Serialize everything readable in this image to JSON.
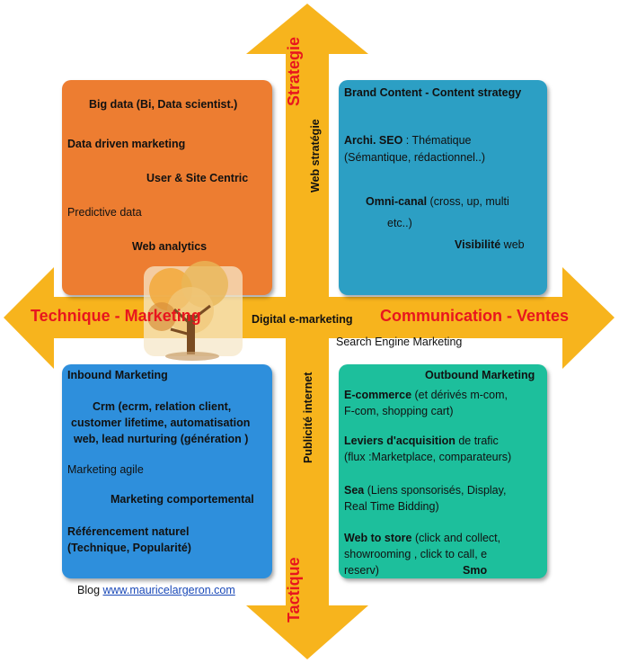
{
  "colors": {
    "arrow": "#f7b41d",
    "orange_box": "#ed7d31",
    "teal_box": "#2c9fc4",
    "blue_box": "#2e8fdc",
    "green_box": "#1dbf9c",
    "accent_red": "#e8161e"
  },
  "axes": {
    "top": "Strategie",
    "bottom": "Tactique",
    "left": "Technique - Marketing",
    "right": "Communication - Ventes",
    "top_inner": "Web stratégie",
    "bottom_inner": "Publicité internet",
    "center": "Digital e-marketing",
    "center_right": "Search Engine Marketing"
  },
  "q1": {
    "line1": "Big data (Bi, Data scientist.)",
    "line2": "Data driven marketing",
    "line3": "User & Site Centric",
    "line4": "Predictive data",
    "line5": "Web analytics"
  },
  "q2": {
    "title": "Brand Content - Content strategy",
    "seo_bold": "Archi. SEO",
    "seo_rest": "  : Thématique",
    "seo_line2": "(Sémantique, rédactionnel..)",
    "omni_bold": "Omni-canal",
    "omni_rest": " (cross, up, multi",
    "omni_line2": "etc..)",
    "vis_bold": "Visibilité",
    "vis_rest": " web"
  },
  "q3": {
    "title": "Inbound Marketing",
    "crm1": "Crm (ecrm, relation client,",
    "crm2": "customer lifetime, automatisation",
    "crm3": "web, lead nurturing (génération )",
    "agile": "Marketing agile",
    "comport": "Marketing comportemental",
    "ref1": "Référencement naturel",
    "ref2": "(Technique, Popularité)"
  },
  "q4": {
    "title": "Outbound Marketing",
    "ecom_bold": "E-commerce",
    "ecom_rest": " (et dérivés m-com,",
    "ecom_line2": "F-com, shopping cart)",
    "lev_bold": "Leviers d'acquisition",
    "lev_rest": " de trafic",
    "lev_line2": "(flux :Marketplace, comparateurs)",
    "sea_bold": "Sea",
    "sea_rest": " (Liens sponsorisés, Display,",
    "sea_line2": "Real Time Bidding)",
    "wts_bold": "Web to store",
    "wts_rest": " (click and collect,",
    "wts_line2": "showrooming , click to call, e",
    "wts_line3": "reserv)",
    "smo": "Smo"
  },
  "blog": {
    "label": "Blog ",
    "link": "www.mauricelargeron.com"
  }
}
